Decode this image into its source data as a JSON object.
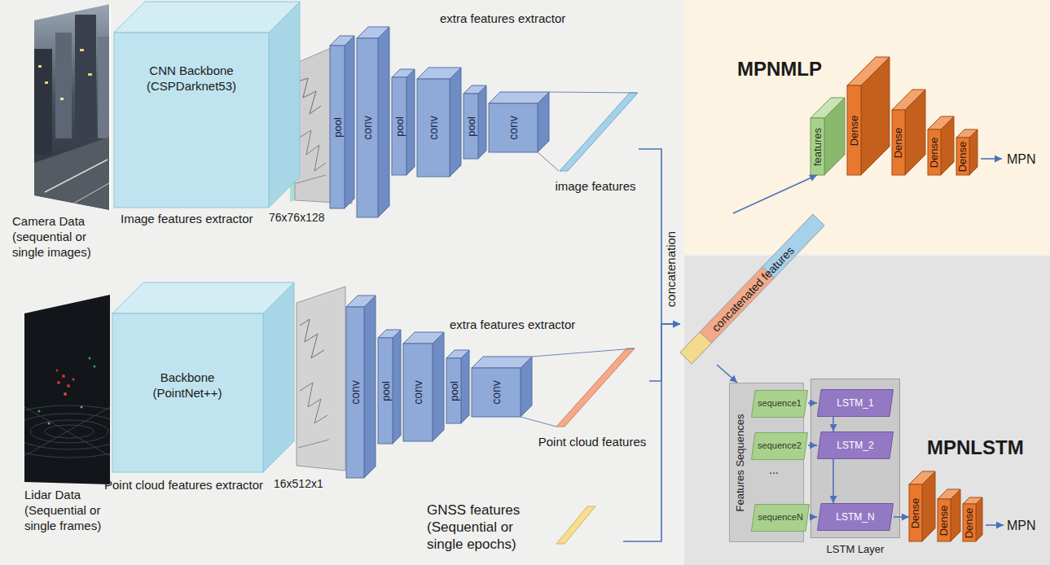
{
  "diagram": {
    "nodes": [
      {
        "text": [
          "CNN Backbone (CSPDarknet53)",
          "Image features extractor"
        ]
      },
      {
        "text": [
          "pool"
        ]
      },
      {
        "text": [
          "conv"
        ]
      },
      {
        "text": [
          "pool"
        ]
      },
      {
        "text": [
          "conv"
        ]
      },
      {
        "text": [
          "pool"
        ]
      },
      {
        "text": [
          "conv"
        ]
      },
      {
        "text": [
          "image features"
        ]
      },
      {
        "text": [
          "Backbone (PointNet++)",
          "Point cloud features extractor"
        ]
      },
      {
        "text": [
          "conv"
        ]
      },
      {
        "text": [
          "pool"
        ]
      },
      {
        "text": [
          "conv"
        ]
      },
      {
        "text": [
          "pool"
        ]
      },
      {
        "text": [
          "conv"
        ]
      },
      {
        "text": [
          "Point cloud features"
        ]
      },
      {
        "text": [
          "GNSS features (Sequential or single epochs)"
        ]
      },
      {
        "text": [
          "concatenated features"
        ]
      },
      {
        "text": [
          "MPNMLP"
        ]
      },
      {
        "text": [
          "features"
        ],
        "in": 17
      },
      {
        "text": [
          "Dense"
        ],
        "in": 17
      },
      {
        "text": [
          "Dense"
        ],
        "in": 17
      },
      {
        "text": [
          "Dense"
        ],
        "in": 17
      },
      {
        "text": [
          "Dense"
        ],
        "in": 17
      },
      {
        "text": [
          "MPNLSTM"
        ]
      },
      {
        "text": [
          "Features Sequences"
        ],
        "in": 23
      },
      {
        "text": [
          "sequence1"
        ],
        "in": 24
      },
      {
        "text": [
          "sequence2"
        ],
        "in": 24
      },
      {
        "text": [
          "sequenceN"
        ],
        "in": 24
      },
      {
        "text": [
          "LSTM Layer"
        ],
        "in": 23
      },
      {
        "text": [
          "LSTM_1"
        ],
        "in": 28
      },
      {
        "text": [
          "LSTM_2"
        ],
        "in": 28
      },
      {
        "text": [
          "LSTM_N"
        ],
        "in": 28
      },
      {
        "text": [
          "Dense"
        ],
        "in": 23
      },
      {
        "text": [
          "Dense"
        ],
        "in": 23
      },
      {
        "text": [
          "Dense"
        ],
        "in": 23
      }
    ],
    "edges": [
      {
        "from": 7,
        "to": 16,
        "arrow": "to"
      },
      {
        "from": 14,
        "to": 16,
        "arrow": "to"
      },
      {
        "from": 15,
        "to": 16,
        "arrow": "to"
      },
      {
        "from": 16,
        "to": 18,
        "arrow": "to"
      },
      {
        "from": 16,
        "to": 24,
        "arrow": "to"
      },
      {
        "from": 25,
        "to": 29,
        "arrow": "to"
      },
      {
        "from": 26,
        "to": 30,
        "arrow": "to"
      },
      {
        "from": 27,
        "to": 31,
        "arrow": "to"
      },
      {
        "from": 29,
        "to": 30,
        "arrow": "to"
      },
      {
        "from": 30,
        "to": 31,
        "arrow": "to"
      },
      {
        "from": 31,
        "to": 32,
        "arrow": "to"
      }
    ],
    "labels": [
      "Camera Data (sequential or single images)",
      "76x76x128",
      "extra features extractor",
      "Lidar Data (Sequential or single frames)",
      "16x512x1",
      "extra features extractor",
      "concatenation",
      "...",
      "MPN",
      "MPN"
    ]
  }
}
